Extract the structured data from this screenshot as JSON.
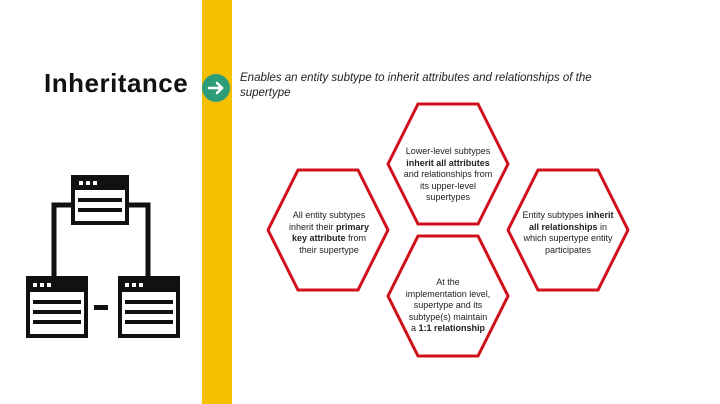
{
  "title": "Inheritance",
  "subtitle": "Enables an entity subtype to inherit attributes and relationships of the supertype",
  "colors": {
    "accent_bar": "#f5c000",
    "arrow_circle": "#2e9e7a",
    "hex_border": "#d0111b",
    "text": "#222222"
  },
  "icons": {
    "arrow": "arrow-right-icon",
    "hierarchy": "hierarchy-diagram-icon"
  },
  "hexagons": {
    "top": {
      "line1": "Lower-level subtypes",
      "bold1": "inherit all attributes",
      "line2": " and relationships from its upper-level supertypes"
    },
    "left": {
      "line1": "All entity subtypes inherit their ",
      "bold1": "primary key attribute",
      "line2": " from their supertype"
    },
    "right": {
      "line1": "Entity subtypes ",
      "bold1": "inherit all relationships",
      "line2": " in which supertype entity participates"
    },
    "bottom": {
      "line1": "At the implementation level, supertype and its subtype(s) maintain a ",
      "bold1": "1:1 relationship",
      "line2": ""
    }
  }
}
